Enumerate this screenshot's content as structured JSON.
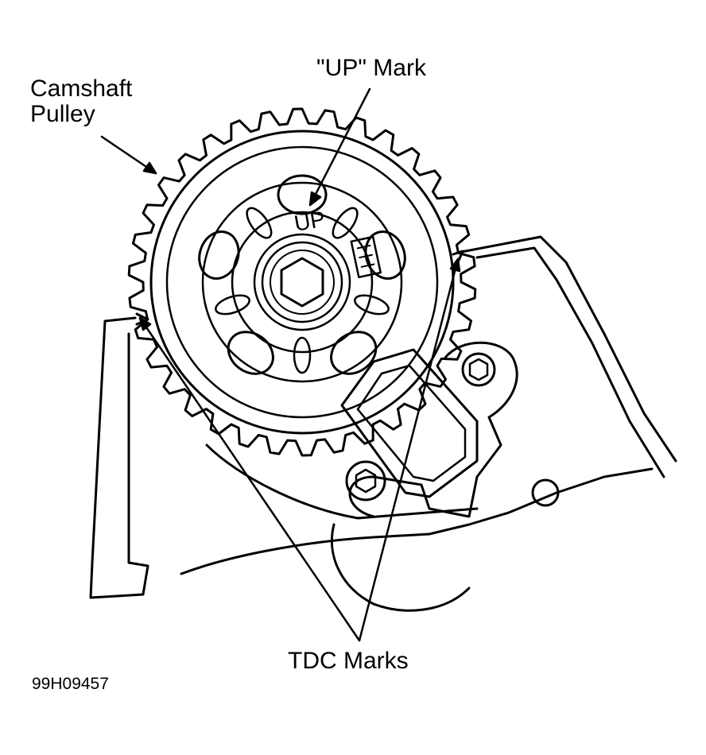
{
  "labels": {
    "camshaft_pulley_line1": "Camshaft",
    "camshaft_pulley_line2": "Pulley",
    "up_mark": "\"UP\" Mark",
    "tdc_marks": "TDC Marks",
    "figure_id": "99H09457",
    "pulley_up_text": "UP"
  },
  "colors": {
    "ink": "#000000",
    "paper": "#ffffff"
  }
}
